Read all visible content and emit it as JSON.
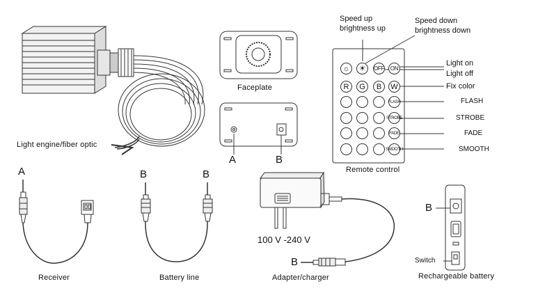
{
  "components": {
    "light_engine": "Light engine/fiber optic",
    "faceplate": "Faceplate",
    "remote": "Remote control",
    "receiver": "Receiver",
    "battery_line": "Battery line",
    "adapter": "Adapter/charger",
    "battery": "Rechargeable battery"
  },
  "port_labels": {
    "faceplate_a": "A",
    "faceplate_b": "B",
    "receiver_a": "A",
    "battery_line_b1": "B",
    "battery_line_b2": "B",
    "adapter_b": "B",
    "battery_b": "B"
  },
  "adapter_voltage": "100 V -240 V",
  "battery_switch": "Switch",
  "remote_callouts": {
    "speed_up": "Speed up\nbrightness up",
    "speed_down": "Speed down\nbrightness down",
    "light_on": "Light on",
    "light_off": "Light off",
    "fix_color": "Fix color",
    "flash": "FLASH",
    "strobe": "STROBE",
    "fade": "FADE",
    "smooth": "SMOOTH"
  },
  "remote_buttons": {
    "off": "OFF",
    "on": "ON",
    "r": "R",
    "g": "G",
    "b": "B",
    "w": "W",
    "flash": "FLASH",
    "strobe": "STROBE",
    "fade": "FADE",
    "smooth": "SMOOTH"
  }
}
